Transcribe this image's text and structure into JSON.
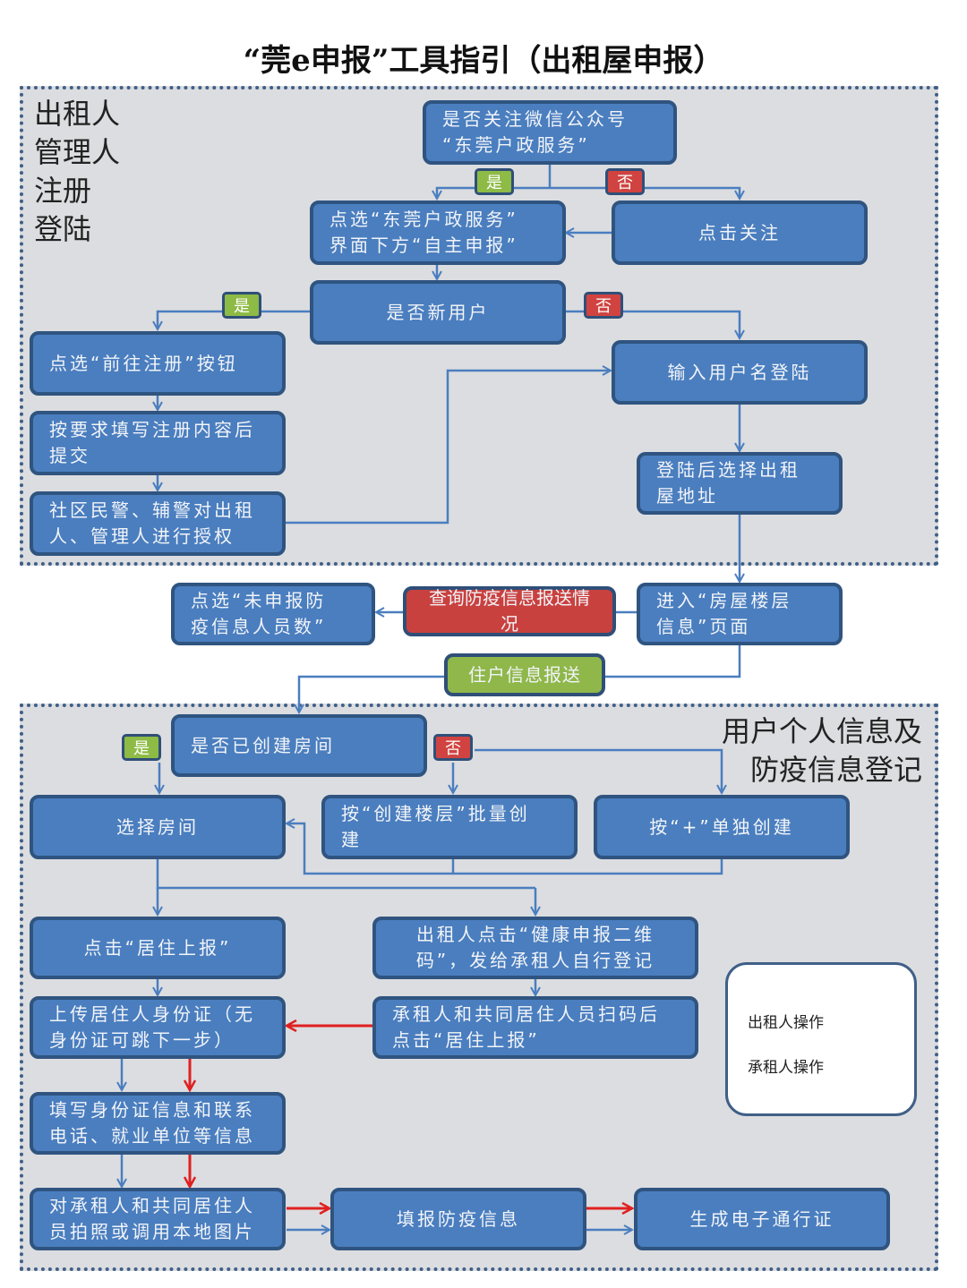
{
  "title": "“莞e申报”工具指引（出租屋申报）",
  "colors": {
    "box_fill": "#4a7ebf",
    "box_border": "#2f5480",
    "yes_tag": "#8dbb45",
    "no_tag": "#d04340",
    "query_box": "#c9413f",
    "report_box": "#8fb74a",
    "panel_bg": "#dcdde0",
    "landlord_arrow": "#4a7ebf",
    "tenant_arrow": "#e02020"
  },
  "panel_top": {
    "label_lines": [
      "出租人",
      "管理人",
      "注册",
      "登陆"
    ]
  },
  "panel_bottom": {
    "label_lines": [
      "用户个人信息及",
      "防疫信息登记"
    ]
  },
  "tags": {
    "yes": "是",
    "no": "否"
  },
  "nodes": {
    "follow_question": [
      "是否关注微信公众号",
      "“东莞户政服务”"
    ],
    "click_follow": "点击关注",
    "select_self_report": [
      "点选“东莞户政服务”",
      "界面下方“自主申报”"
    ],
    "new_user_question": "是否新用户",
    "go_register": "点选“前往注册”按钮",
    "fill_register": [
      "按要求填写注册内容后",
      "提交"
    ],
    "police_authorize": [
      "社区民警、辅警对出租",
      "人、管理人进行授权"
    ],
    "login_username": "输入用户名登陆",
    "select_address": [
      "登陆后选择出租",
      "屋地址"
    ],
    "enter_floor_page": [
      "进入“房屋楼层",
      "信息”页面"
    ],
    "query_status": "查询防疫信息报送情况",
    "select_unreported": [
      "点选“未申报防",
      "疫信息人员数”"
    ],
    "resident_report": "住户信息报送",
    "room_created_question": "是否已创建房间",
    "select_room": "选择房间",
    "batch_create": [
      "按“创建楼层”批量创",
      "建"
    ],
    "single_create": "按“+”单独创建",
    "click_residence_report": "点击“居住上报”",
    "send_qr": [
      "出租人点击“健康申报二维",
      "码”，发给承租人自行登记"
    ],
    "scan_qr": [
      "承租人和共同居住人员扫码后",
      "点击“居住上报”"
    ],
    "upload_id": [
      "上传居住人身份证（无",
      "身份证可跳下一步）"
    ],
    "fill_id_info": [
      "填写身份证信息和联系",
      "电话、就业单位等信息"
    ],
    "take_photo": [
      "对承租人和共同居住人",
      "员拍照或调用本地图片"
    ],
    "fill_epidemic": "填报防疫信息",
    "generate_pass": "生成电子通行证"
  },
  "legend": {
    "landlord": "出租人操作",
    "tenant": "承租人操作"
  }
}
